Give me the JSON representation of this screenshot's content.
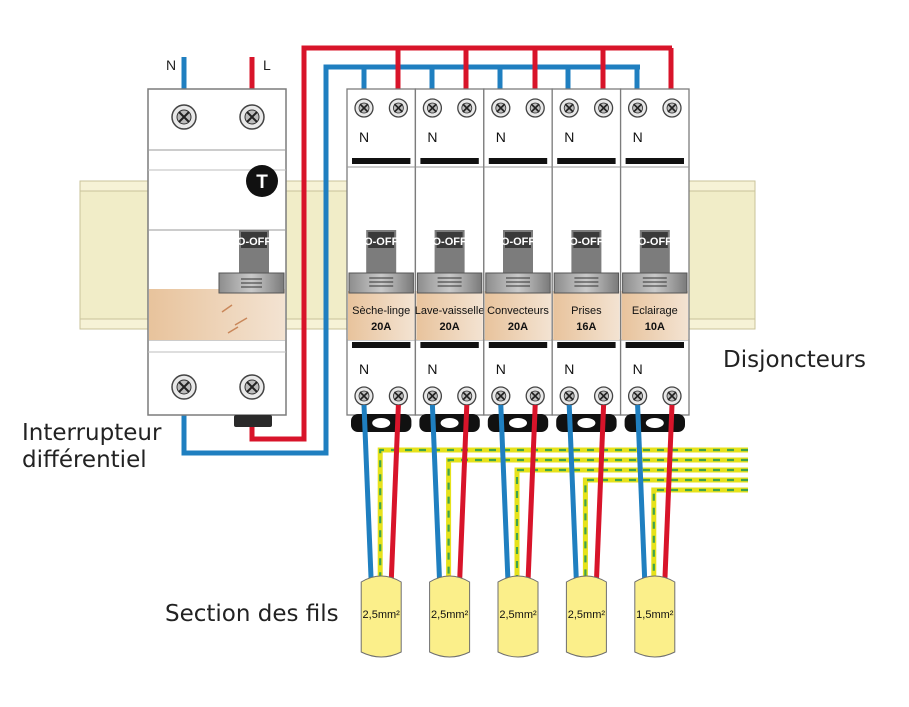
{
  "labels": {
    "neutral": "N",
    "live": "L",
    "rcd_badge": "T",
    "rcd_caption_line1": "Interrupteur",
    "rcd_caption_line2": "différentiel",
    "breakers_caption": "Disjoncteurs",
    "wire_section_caption": "Section des fils",
    "switch_text": "O-OFF"
  },
  "breakers": [
    {
      "name": "Sèche-linge",
      "rating": "20A",
      "section": "2,5mm²"
    },
    {
      "name": "Lave-vaisselle",
      "rating": "20A",
      "section": "2,5mm²"
    },
    {
      "name": "Convecteurs",
      "rating": "20A",
      "section": "2,5mm²"
    },
    {
      "name": "Prises",
      "rating": "16A",
      "section": "2,5mm²"
    },
    {
      "name": "Eclairage",
      "rating": "10A",
      "section": "1,5mm²"
    }
  ],
  "colors": {
    "neutral_wire": "#1f7fc0",
    "live_wire": "#d8142a",
    "earth_wire": "#e6e21a",
    "rail": "#f4f0d0",
    "tag": "#fbef8a",
    "label_band": "#e9c9a6"
  }
}
